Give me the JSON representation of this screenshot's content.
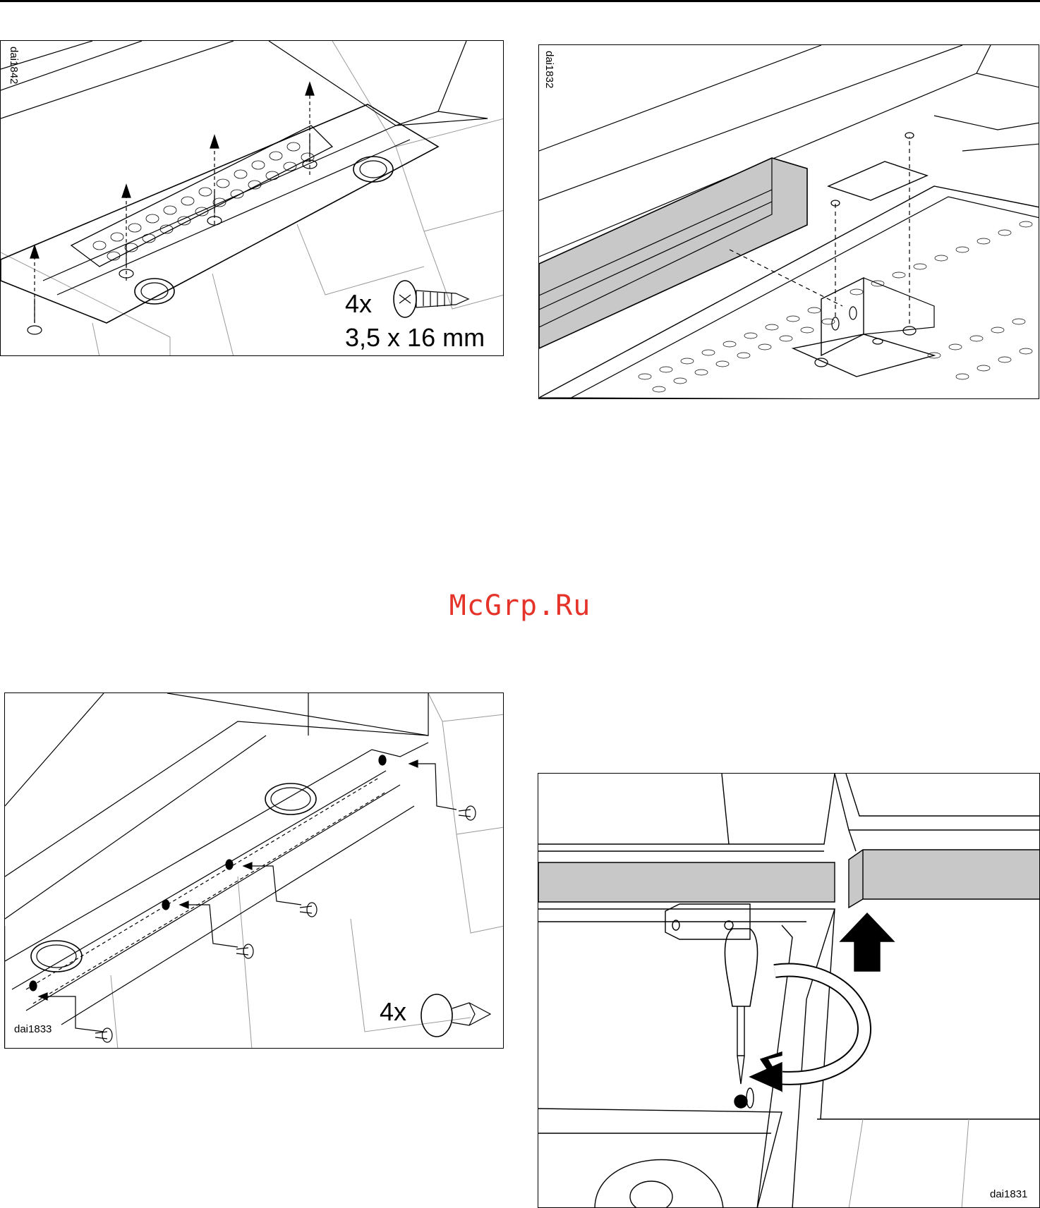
{
  "figures": [
    {
      "code": "dai1842",
      "quantity": "4x",
      "part_size": "3,5 x 16 mm",
      "part_icon": "countersunk-screw-icon"
    },
    {
      "code": "dai1832"
    },
    {
      "code": "dai1833",
      "quantity": "4x",
      "part_icon": "push-rivet-icon"
    },
    {
      "code": "dai1831"
    }
  ],
  "watermark": "McGrp.Ru",
  "colors": {
    "ink": "#000000",
    "fill_gray": "#c8c8c8",
    "watermark": "#e5332a"
  }
}
